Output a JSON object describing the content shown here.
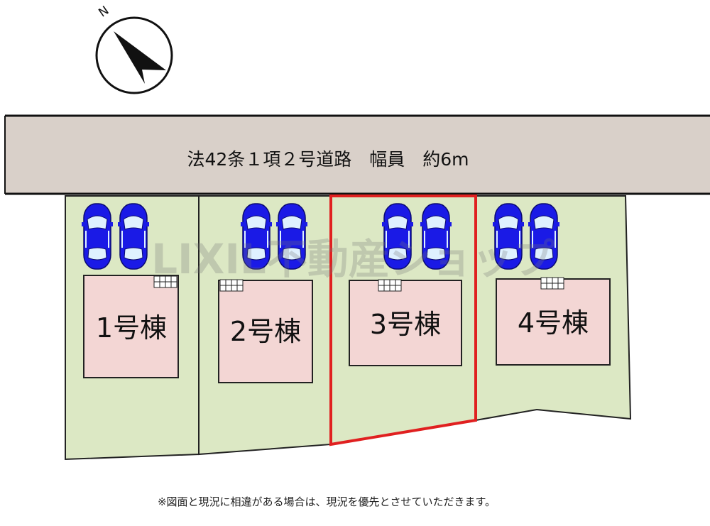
{
  "road": {
    "label": "法42条１項２号道路　幅員　約6m"
  },
  "compass": {
    "letter": "N"
  },
  "watermark": "LIXIL不動産ショップ",
  "lots": [
    {
      "label": "1号棟",
      "highlighted": false
    },
    {
      "label": "2号棟",
      "highlighted": false
    },
    {
      "label": "3号棟",
      "highlighted": true
    },
    {
      "label": "4号棟",
      "highlighted": false
    }
  ],
  "footnote": "※図面と現況に相違がある場合は、現況を優先とさせていただきます。",
  "colors": {
    "road": "#d9d0c9",
    "lot": "#dce8c4",
    "house": "#f3d6d4",
    "car": "#1a1ae6",
    "highlight": "#e02020"
  }
}
